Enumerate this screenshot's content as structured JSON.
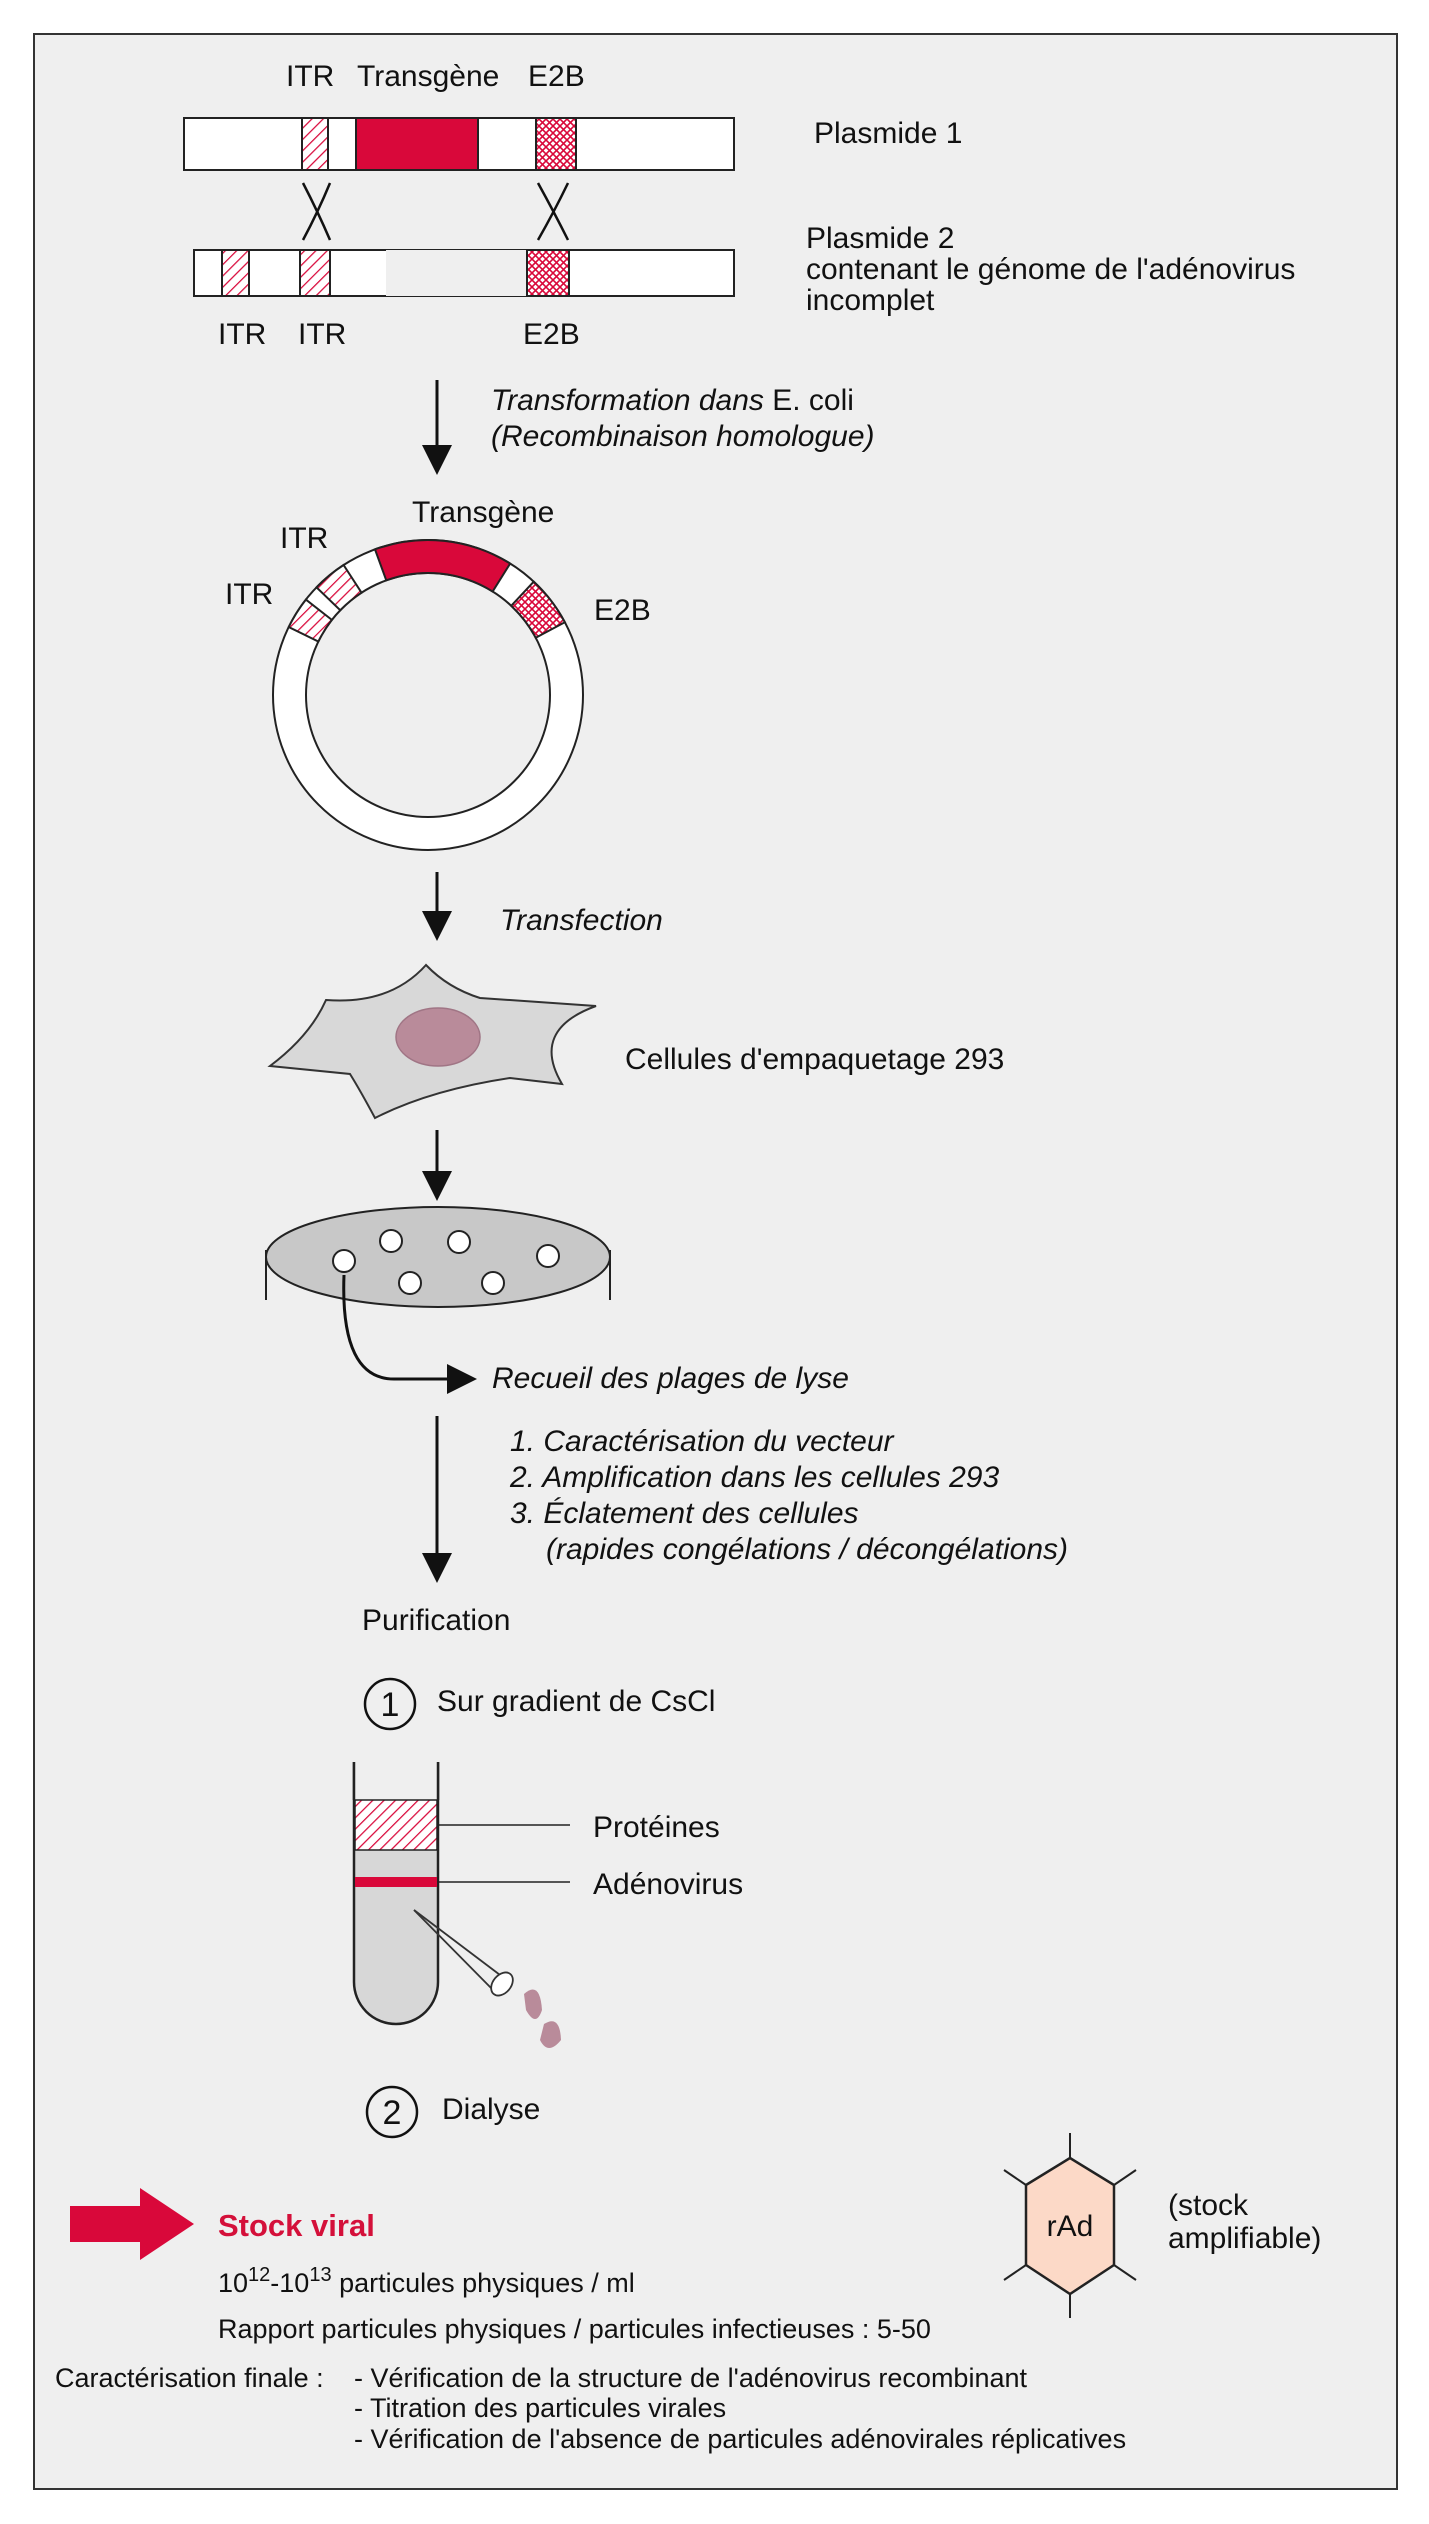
{
  "colors": {
    "accent_red": "#d9083a",
    "hatch_pink": "#d9083a",
    "background": "#efefef",
    "nucleus": "#b98b9a",
    "hexagon_fill": "#fcd9c7"
  },
  "top_labels": {
    "itr": "ITR",
    "transgene": "Transgène",
    "e2b": "E2B"
  },
  "plasmid1_label": "Plasmide 1",
  "plasmid2_label": [
    "Plasmide 2",
    "contenant le génome de l'adénovirus",
    "incomplet"
  ],
  "bottom_labels": {
    "itr1": "ITR",
    "itr2": "ITR",
    "e2b": "E2B"
  },
  "step_transformation": {
    "prefix": "Transformation dans",
    "organism": " E. coli",
    "sub": "(Recombinaison homologue)"
  },
  "circle_labels": {
    "transgene": "Transgène",
    "itr_a": "ITR",
    "itr_b": "ITR",
    "e2b": "E2B"
  },
  "step_transfection": "Transfection",
  "cells_label": "Cellules d'empaquetage 293",
  "plaques_label": "Recueil des plages de lyse",
  "steps": [
    "1. Caractérisation du vecteur",
    "2. Amplification dans les cellules 293",
    "3. Éclatement des cellules",
    "(rapides congélations / décongélations)"
  ],
  "purification_title": "Purification",
  "purif_step1": {
    "num": "1",
    "text": "Sur gradient de CsCl"
  },
  "tube_labels": {
    "proteins": "Protéines",
    "adenovirus": "Adénovirus"
  },
  "purif_step2": {
    "num": "2",
    "text": "Dialyse"
  },
  "stock": {
    "title": "Stock viral",
    "particles_base1": "10",
    "particles_exp1": "12",
    "particles_sep": "-10",
    "particles_exp2": "13",
    "particles_unit": " particules physiques / ml",
    "ratio": "Rapport particules physiques / particules infectieuses : 5-50"
  },
  "rad_badge": {
    "label": "rAd",
    "note1": "(stock",
    "note2": "amplifiable)"
  },
  "final": {
    "title": "Caractérisation finale :",
    "items": [
      "- Vérification de la structure de l'adénovirus recombinant",
      "- Titration des particules virales",
      "- Vérification de l'absence de particules adénovirales réplicatives"
    ]
  }
}
